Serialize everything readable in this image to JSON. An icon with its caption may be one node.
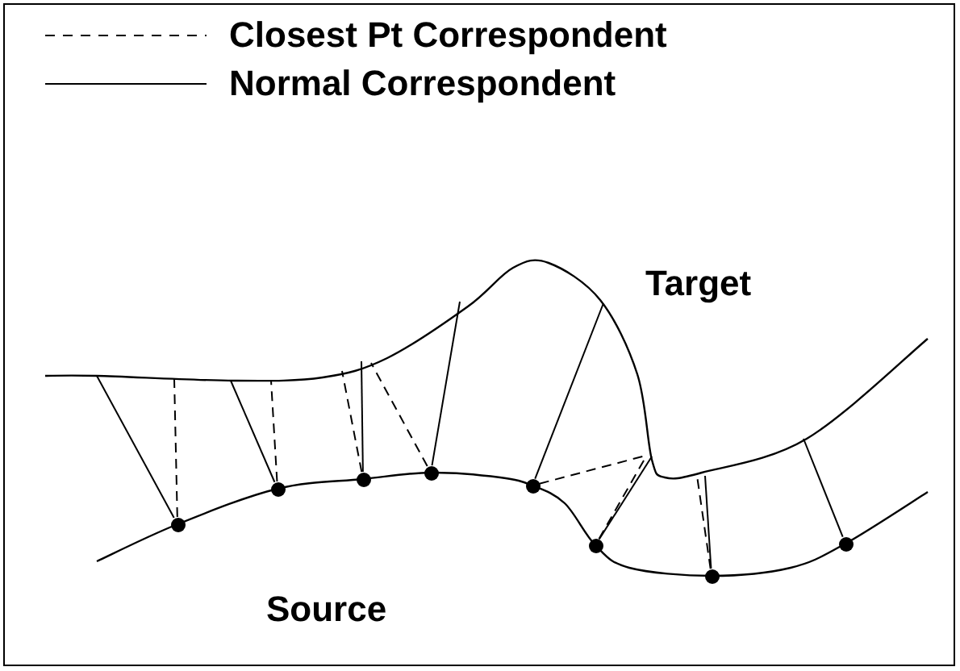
{
  "diagram": {
    "nodes": [
      {
        "text": [],
        "shape": "circle"
      },
      {
        "text": [],
        "shape": "circle"
      },
      {
        "text": [],
        "shape": "circle"
      },
      {
        "text": [],
        "shape": "circle"
      },
      {
        "text": [],
        "shape": "circle"
      },
      {
        "text": [],
        "shape": "circle"
      },
      {
        "text": [],
        "shape": "circle"
      },
      {
        "text": [],
        "shape": "circle"
      }
    ],
    "edges": [
      {
        "from": 0,
        "to": null,
        "arrow": "none"
      },
      {
        "from": 0,
        "to": null,
        "arrow": "none",
        "style": "dashed"
      },
      {
        "from": 1,
        "to": null,
        "arrow": "none"
      },
      {
        "from": 1,
        "to": null,
        "arrow": "none",
        "style": "dashed"
      },
      {
        "from": 2,
        "to": null,
        "arrow": "none"
      },
      {
        "from": 2,
        "to": null,
        "arrow": "none",
        "style": "dashed"
      },
      {
        "from": 3,
        "to": null,
        "arrow": "none",
        "style": "dashed"
      },
      {
        "from": 3,
        "to": null,
        "arrow": "none"
      },
      {
        "from": 4,
        "to": null,
        "arrow": "none"
      },
      {
        "from": 4,
        "to": null,
        "arrow": "none",
        "style": "dashed"
      },
      {
        "from": 5,
        "to": null,
        "arrow": "none"
      },
      {
        "from": 5,
        "to": null,
        "arrow": "none",
        "style": "dashed"
      },
      {
        "from": 6,
        "to": null,
        "arrow": "none"
      },
      {
        "from": 6,
        "to": null,
        "arrow": "none",
        "style": "dashed"
      },
      {
        "from": 7,
        "to": null,
        "arrow": "none"
      }
    ],
    "labels": [
      "Target",
      "Source"
    ],
    "legend": [
      {
        "text": "Closest Pt Correspondent"
      },
      {
        "text": "Normal Correspondent"
      }
    ]
  }
}
